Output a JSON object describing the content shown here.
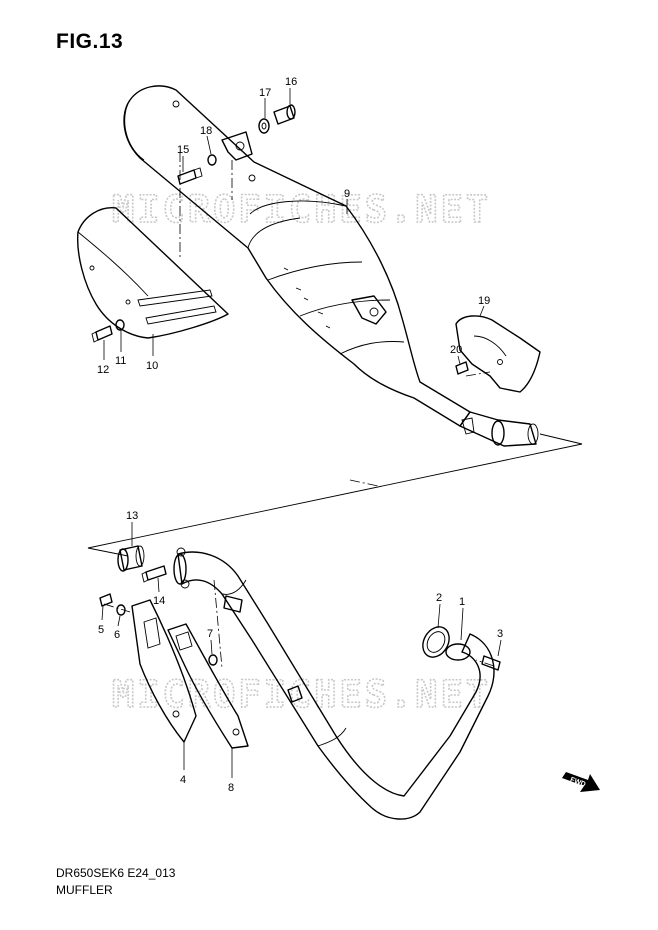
{
  "figure": {
    "title": "FIG.13",
    "code": "DR650SEK6 E24_013",
    "name": "MUFFLER"
  },
  "watermark": {
    "text": "MICROFICHES.NET",
    "color": "#c8c8c8"
  },
  "fwd_marker": "FWD",
  "part_numbers": [
    "1",
    "2",
    "3",
    "4",
    "5",
    "6",
    "7",
    "8",
    "9",
    "10",
    "11",
    "12",
    "13",
    "14",
    "15",
    "16",
    "17",
    "18",
    "19",
    "20"
  ]
}
